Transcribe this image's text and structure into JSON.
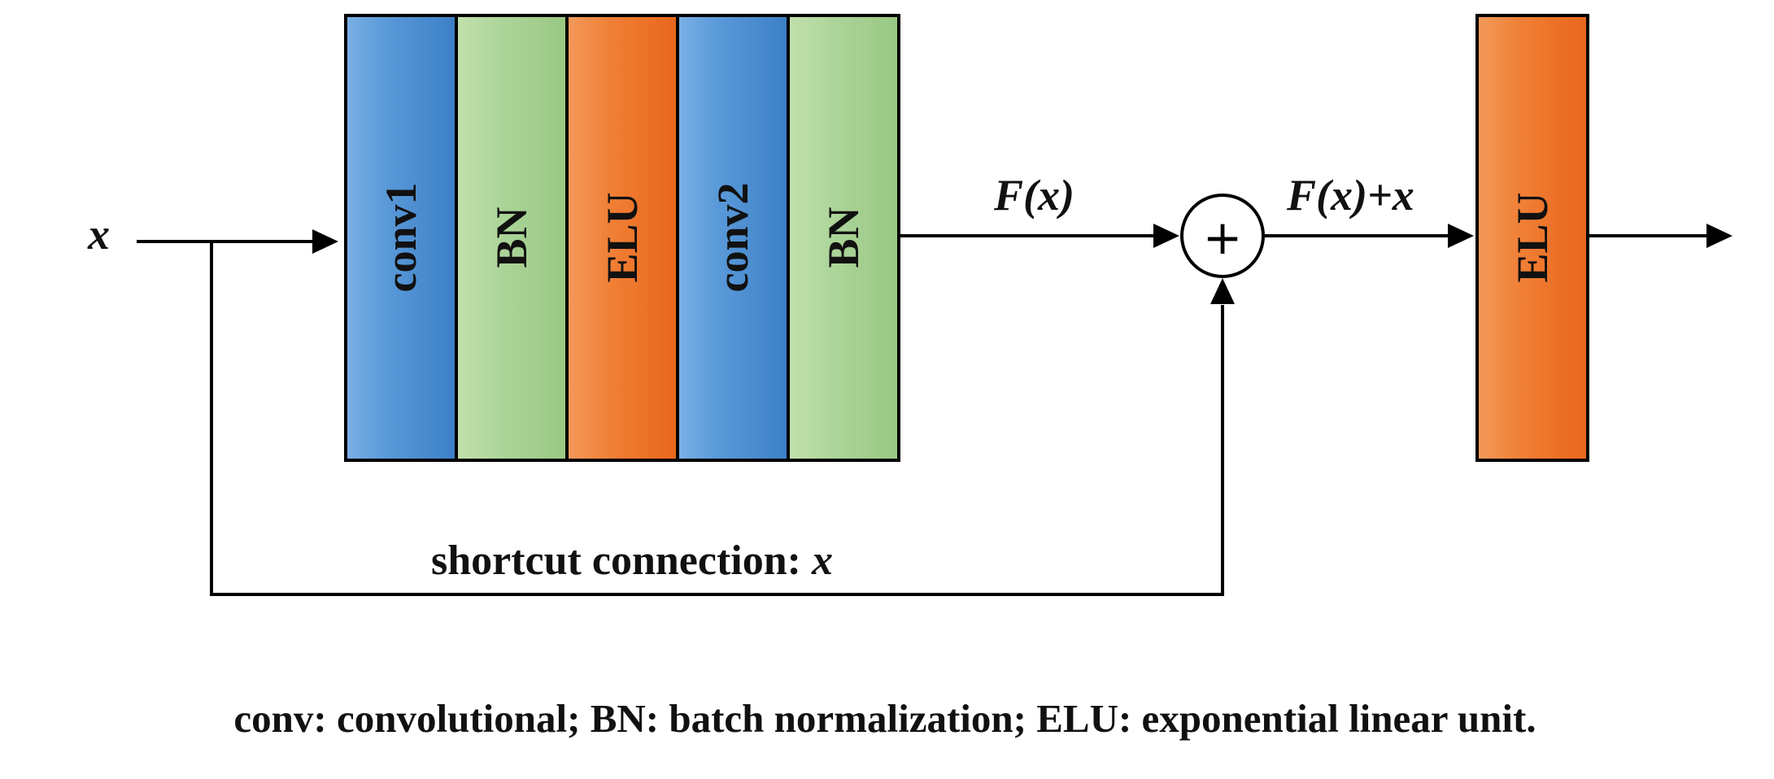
{
  "colors": {
    "conv": "#4a8fd4",
    "bn": "#a6cf8e",
    "elu": "#f07b2c",
    "stroke": "#000000"
  },
  "input": {
    "label": "x"
  },
  "residual_block": {
    "layers": [
      {
        "label": "conv1",
        "kind": "conv"
      },
      {
        "label": "BN",
        "kind": "bn"
      },
      {
        "label": "ELU",
        "kind": "elu"
      },
      {
        "label": "conv2",
        "kind": "conv"
      },
      {
        "label": "BN",
        "kind": "bn"
      }
    ]
  },
  "edges": {
    "fx_label": "F(x)",
    "sum_label": "F(x)+x",
    "shortcut_text": "shortcut connection: ",
    "shortcut_var": "x"
  },
  "adder": {
    "symbol": "+"
  },
  "output_block": {
    "label": "ELU",
    "kind": "elu"
  },
  "caption": {
    "text": "conv: convolutional; BN: batch normalization; ELU: exponential linear unit."
  }
}
